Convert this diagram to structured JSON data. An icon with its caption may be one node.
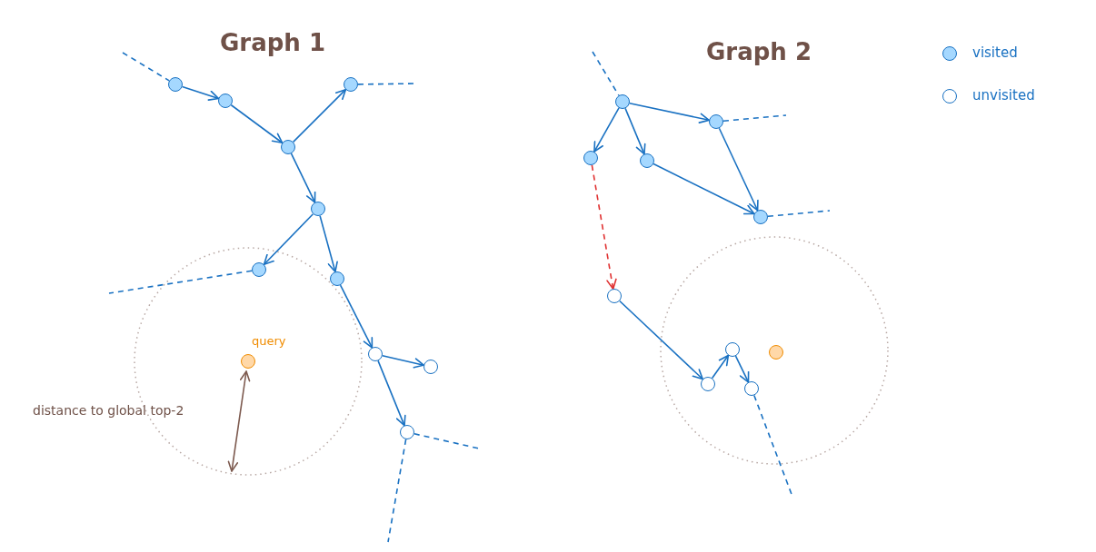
{
  "diagram": {
    "nodes": [
      {
        "text": [],
        "shape": "circle"
      },
      {
        "text": [],
        "shape": "circle"
      },
      {
        "text": [],
        "shape": "circle"
      },
      {
        "text": [],
        "shape": "circle"
      },
      {
        "text": [],
        "shape": "circle"
      },
      {
        "text": [],
        "shape": "circle"
      },
      {
        "text": [],
        "shape": "circle"
      },
      {
        "text": [],
        "shape": "circle"
      },
      {
        "text": [],
        "shape": "circle"
      },
      {
        "text": [],
        "shape": "circle"
      },
      {
        "text": [],
        "shape": "circle",
        "beside": [
          "query"
        ]
      },
      {
        "text": [],
        "shape": "circle"
      },
      {
        "text": [],
        "shape": "circle"
      },
      {
        "text": [],
        "shape": "circle"
      },
      {
        "text": [],
        "shape": "circle"
      },
      {
        "text": [],
        "shape": "circle"
      },
      {
        "text": [],
        "shape": "circle"
      },
      {
        "text": [],
        "shape": "circle"
      },
      {
        "text": [],
        "shape": "circle"
      },
      {
        "text": [],
        "shape": "circle"
      },
      {
        "text": [],
        "shape": "circle"
      }
    ],
    "edges": [
      {
        "from": null,
        "to": 0,
        "arrow": "none",
        "style": "dashed"
      },
      {
        "from": 0,
        "to": 1,
        "arrow": "to"
      },
      {
        "from": 1,
        "to": 2,
        "arrow": "to"
      },
      {
        "from": 2,
        "to": 3,
        "arrow": "to"
      },
      {
        "from": 3,
        "to": null,
        "arrow": "none",
        "style": "dashed"
      },
      {
        "from": 2,
        "to": 4,
        "arrow": "to"
      },
      {
        "from": 4,
        "to": 5,
        "arrow": "to"
      },
      {
        "from": 4,
        "to": 6,
        "arrow": "to"
      },
      {
        "from": 5,
        "to": null,
        "arrow": "none",
        "style": "dashed"
      },
      {
        "from": 6,
        "to": 7,
        "arrow": "to"
      },
      {
        "from": 7,
        "to": 8,
        "arrow": "to"
      },
      {
        "from": 7,
        "to": 9,
        "arrow": "to"
      },
      {
        "from": 9,
        "to": null,
        "arrow": "none",
        "style": "dashed"
      },
      {
        "from": 9,
        "to": null,
        "arrow": "none",
        "style": "dashed"
      },
      {
        "from": null,
        "to": 11,
        "arrow": "none",
        "style": "dashed"
      },
      {
        "from": 11,
        "to": 12,
        "arrow": "to"
      },
      {
        "from": 11,
        "to": 13,
        "arrow": "to"
      },
      {
        "from": 11,
        "to": 14,
        "arrow": "to"
      },
      {
        "from": 14,
        "to": null,
        "arrow": "none",
        "style": "dashed"
      },
      {
        "from": 13,
        "to": 15,
        "arrow": "to"
      },
      {
        "from": 14,
        "to": 15,
        "arrow": "to"
      },
      {
        "from": 15,
        "to": null,
        "arrow": "none",
        "style": "dashed"
      },
      {
        "from": 12,
        "to": 16,
        "arrow": "to",
        "style": "dashed",
        "color": "#e03131"
      },
      {
        "from": 16,
        "to": 17,
        "arrow": "to"
      },
      {
        "from": 17,
        "to": 18,
        "arrow": "to"
      },
      {
        "from": 18,
        "to": 19,
        "arrow": "to"
      },
      {
        "from": 19,
        "to": null,
        "arrow": "none",
        "style": "dashed"
      }
    ],
    "labels": [
      "Graph 1",
      "Graph 2",
      "distance to global top-2"
    ],
    "legend": [
      {
        "text": "visited",
        "color": "#a5d8ff"
      },
      {
        "text": "unvisited",
        "color": "#ffffff"
      }
    ]
  }
}
